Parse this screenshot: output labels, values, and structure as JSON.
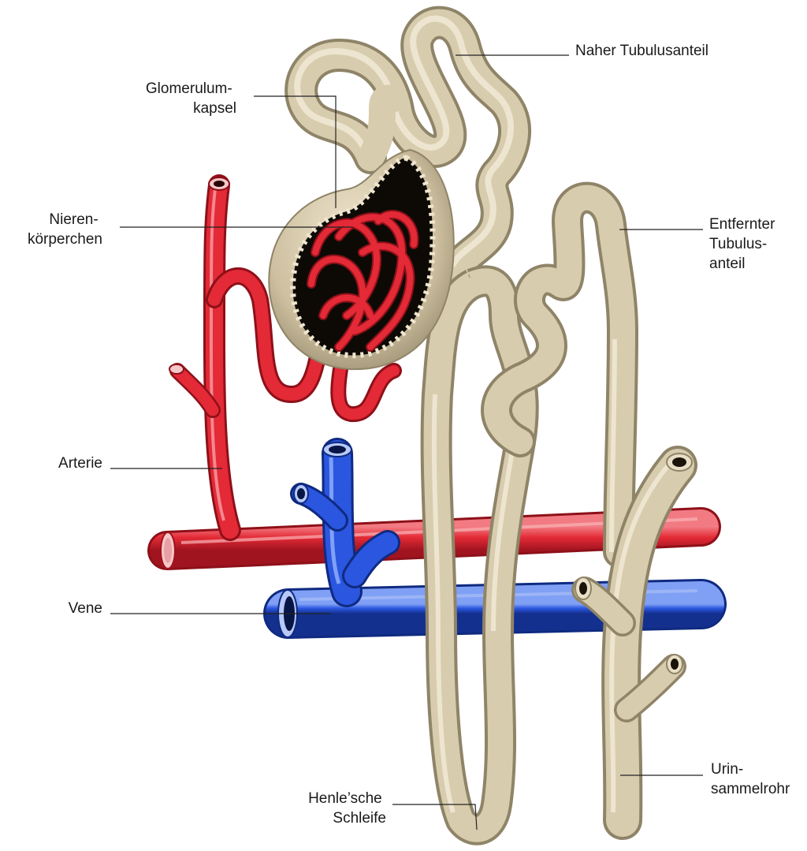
{
  "labels": {
    "naher_tubulusanteil": [
      "Naher Tubulusanteil"
    ],
    "glomerulumkapsel": [
      "Glomerulum-",
      "kapsel"
    ],
    "nierenkoerperchen": [
      "Nieren-",
      "körperchen"
    ],
    "entfernter_tubulusanteil": [
      "Entfernter",
      "Tubulus-",
      "anteil"
    ],
    "arterie": [
      "Arterie"
    ],
    "vene": [
      "Vene"
    ],
    "henlesche_schleife": [
      "Henle’sche",
      "Schleife"
    ],
    "urinsammelrohr": [
      "Urin-",
      "sammelrohr"
    ]
  },
  "colors": {
    "tubule": "#d9ceb2",
    "tubule_shadow": "#a89c80",
    "artery": "#e32a36",
    "artery_dark": "#9e1622",
    "vein": "#2a56e0",
    "vein_dark": "#163396",
    "lumen": "#111111"
  }
}
